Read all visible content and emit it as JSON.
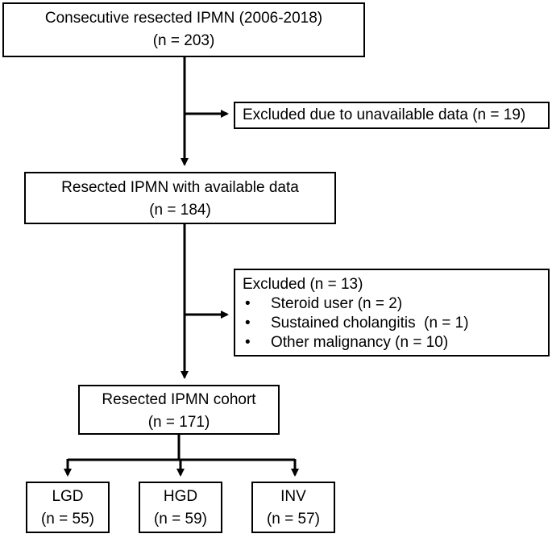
{
  "top_box": {
    "title": "Consecutive resected IPMN (2006-2018)",
    "count": "(n = 203)"
  },
  "excluded_box_1": {
    "text": "Excluded due to unavailable data (n = 19)"
  },
  "available_box": {
    "title": "Resected IPMN with available data",
    "count": "(n = 184)"
  },
  "excluded_box_2": {
    "heading": "Excluded (n = 13)",
    "bullet": "•",
    "items": [
      "Steroid user (n = 2)",
      "Sustained cholangitis  (n = 1)",
      "Other malignancy (n = 10)"
    ]
  },
  "cohort_box": {
    "title": "Resected IPMN cohort",
    "count": "(n = 171)"
  },
  "groups": [
    {
      "label": "LGD",
      "count": "(n = 55)"
    },
    {
      "label": "HGD",
      "count": "(n = 59)"
    },
    {
      "label": "INV",
      "count": "(n = 57)"
    }
  ],
  "colors": {
    "line": "#000000",
    "box_border": "#000000",
    "background": "#ffffff"
  }
}
